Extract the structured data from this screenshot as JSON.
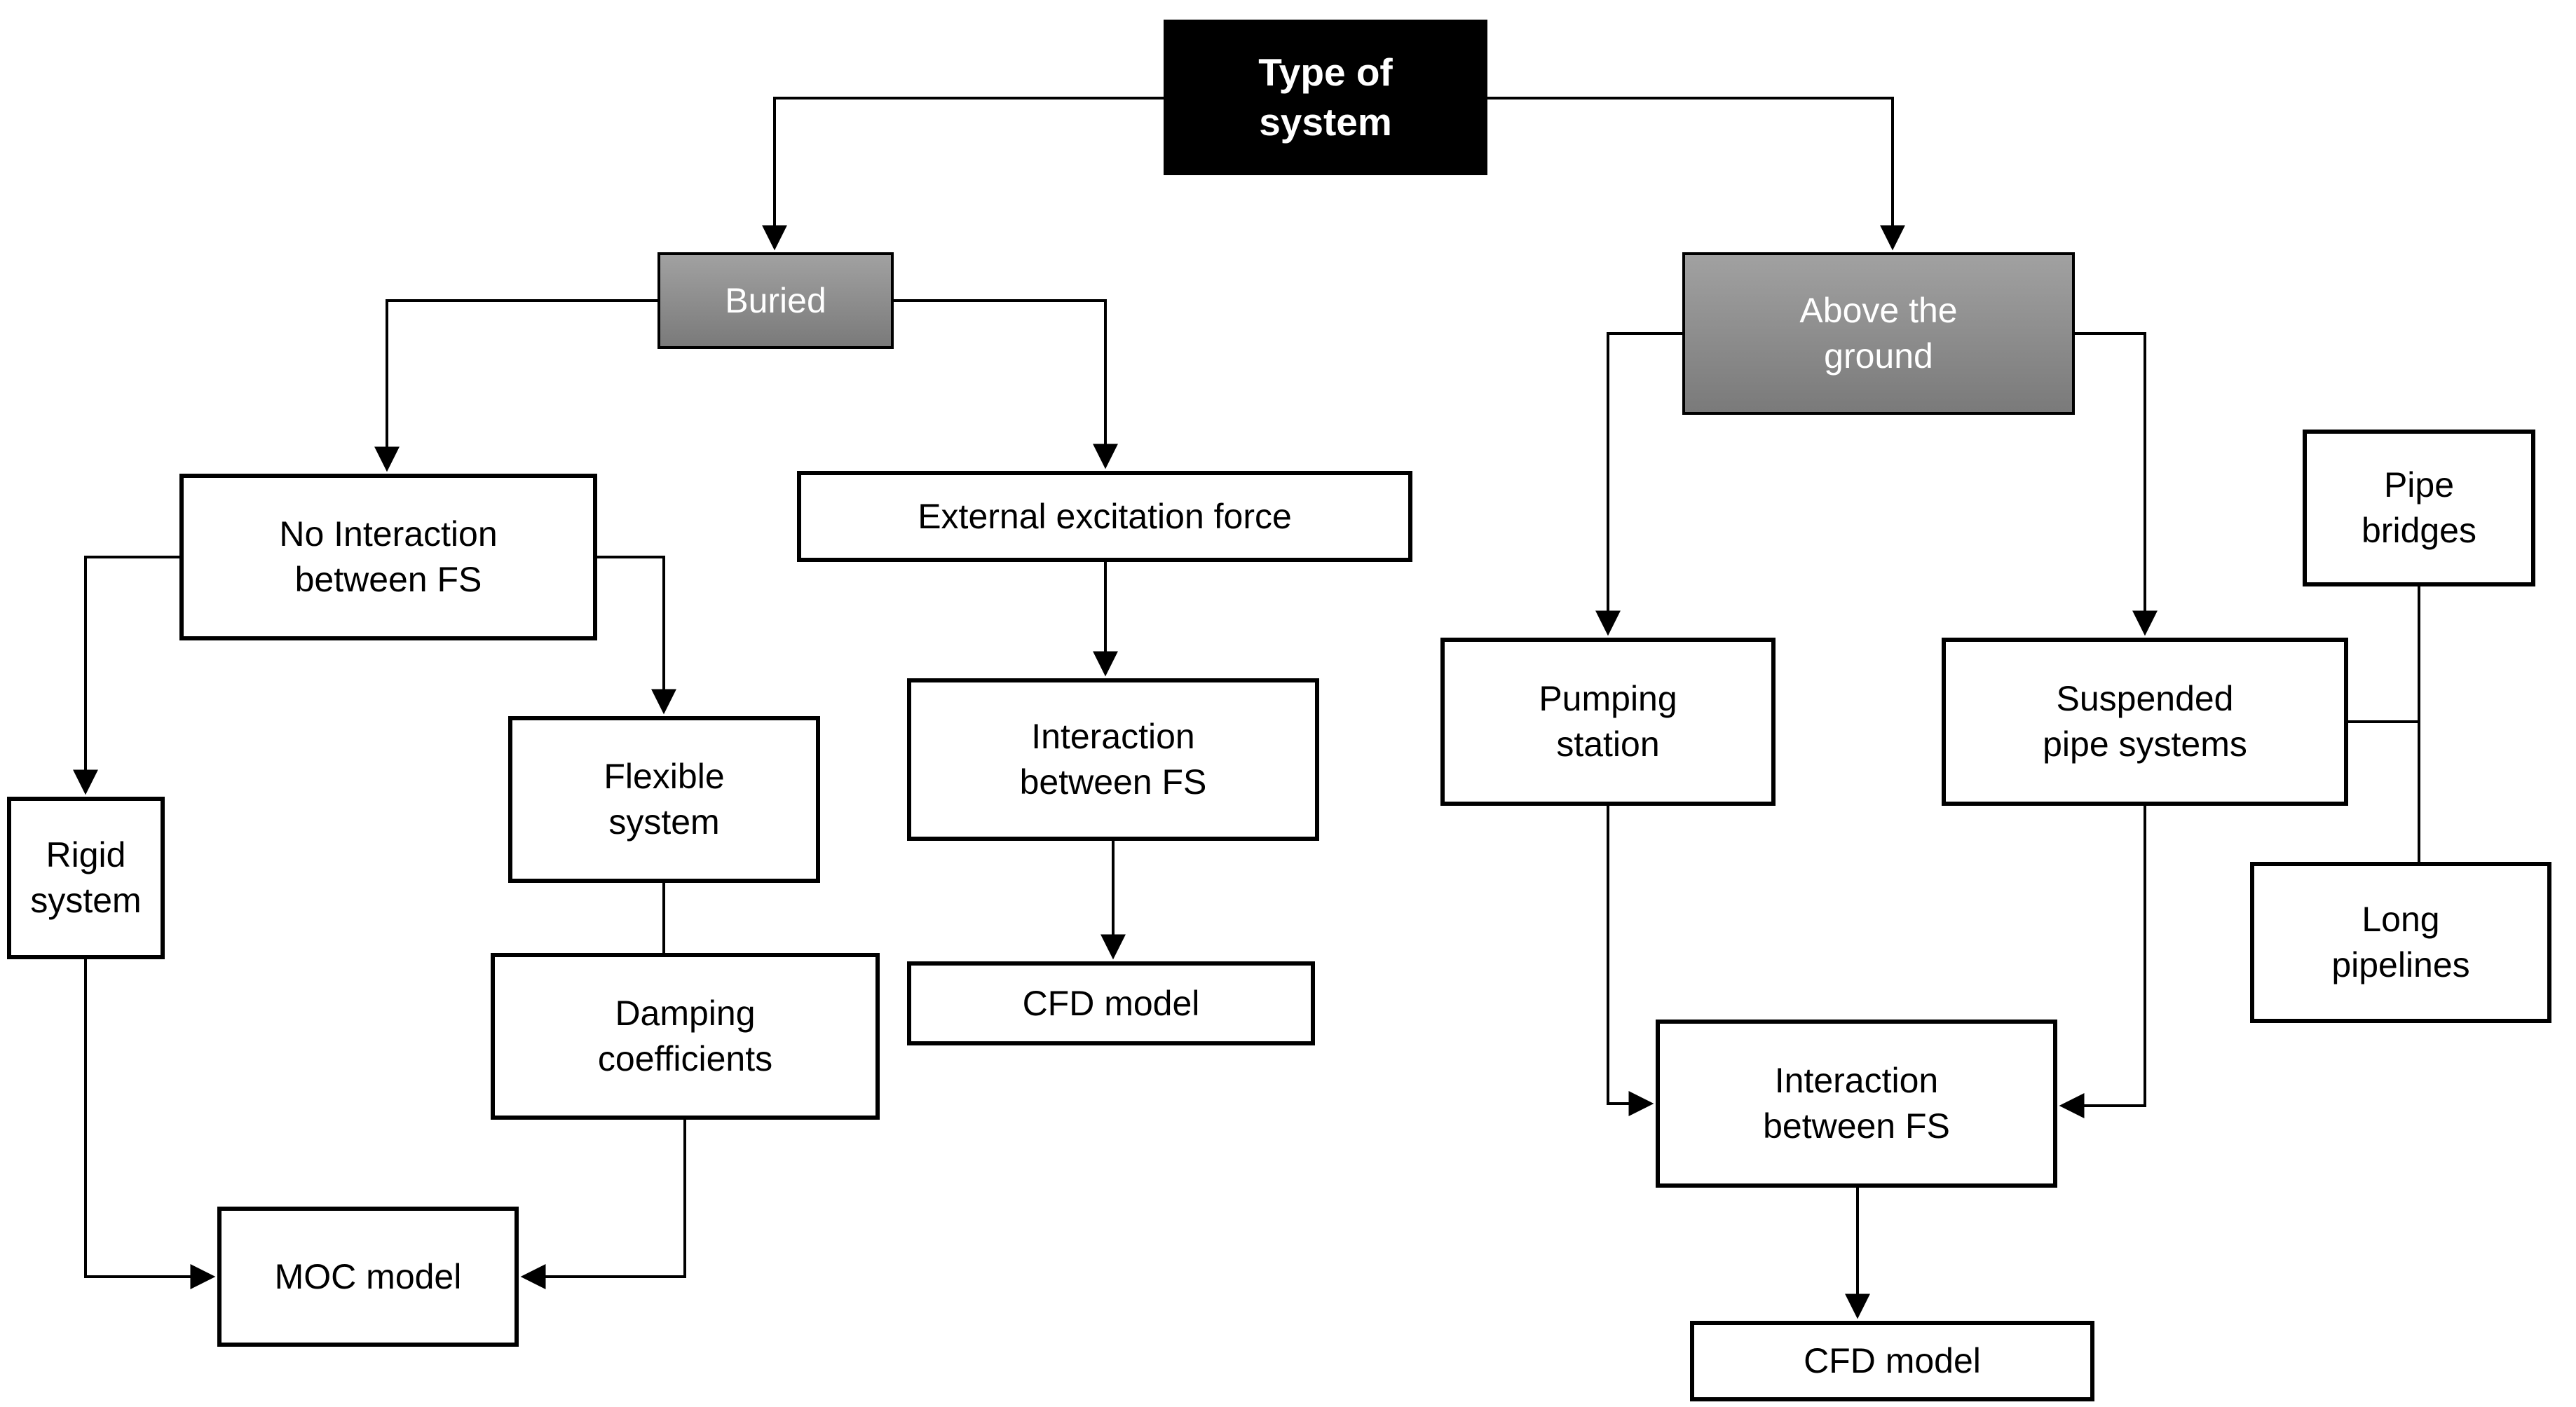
{
  "diagram": {
    "type": "flowchart",
    "root_label": "Type of system",
    "colors": {
      "background": "#ffffff",
      "root_box_fill": "#000000",
      "root_box_text": "#ffffff",
      "branch_box_fill_top": "#a1a1a1",
      "branch_box_fill_bottom": "#7a7a7a",
      "branch_box_text": "#ffffff",
      "leaf_box_fill": "#ffffff",
      "leaf_box_text": "#000000",
      "line_color": "#000000"
    },
    "nodes": [
      {
        "id": "type_of_system",
        "label": "Type of\nsystem",
        "style": "black"
      },
      {
        "id": "buried",
        "label": "Buried",
        "style": "gray"
      },
      {
        "id": "above_ground",
        "label": "Above the\nground",
        "style": "gray"
      },
      {
        "id": "no_interaction_fs",
        "label": "No Interaction\nbetween FS",
        "style": "white"
      },
      {
        "id": "external_force",
        "label": "External excitation force",
        "style": "white"
      },
      {
        "id": "rigid_system",
        "label": "Rigid\nsystem",
        "style": "white"
      },
      {
        "id": "flexible_system",
        "label": "Flexible\nsystem",
        "style": "white"
      },
      {
        "id": "damping_coefficients",
        "label": "Damping\ncoefficients",
        "style": "white"
      },
      {
        "id": "moc_model",
        "label": "MOC model",
        "style": "white"
      },
      {
        "id": "pumping_station",
        "label": "Pumping\nstation",
        "style": "white"
      },
      {
        "id": "suspended_pipe_systems",
        "label": "Suspended\npipe systems",
        "style": "white"
      },
      {
        "id": "pipe_bridges",
        "label": "Pipe\nbridges",
        "style": "white"
      },
      {
        "id": "long_pipelines",
        "label": "Long\npipelines",
        "style": "white"
      },
      {
        "id": "interaction_fs_buried",
        "label": "Interaction\nbetween FS",
        "style": "white"
      },
      {
        "id": "cfd_model_buried",
        "label": "CFD model",
        "style": "white"
      },
      {
        "id": "interaction_fs_above",
        "label": "Interaction\nbetween FS",
        "style": "white"
      },
      {
        "id": "cfd_model_above",
        "label": "CFD model",
        "style": "white"
      }
    ],
    "edges": [
      {
        "from": "type_of_system",
        "to": "buried",
        "arrow": true
      },
      {
        "from": "type_of_system",
        "to": "above_ground",
        "arrow": true
      },
      {
        "from": "buried",
        "to": "no_interaction_fs",
        "arrow": true
      },
      {
        "from": "buried",
        "to": "external_force",
        "arrow": true
      },
      {
        "from": "no_interaction_fs",
        "to": "rigid_system",
        "arrow": true
      },
      {
        "from": "no_interaction_fs",
        "to": "flexible_system",
        "arrow": true
      },
      {
        "from": "flexible_system",
        "to": "damping_coefficients",
        "arrow": false
      },
      {
        "from": "rigid_system",
        "to": "moc_model",
        "arrow": true
      },
      {
        "from": "damping_coefficients",
        "to": "moc_model",
        "arrow": true
      },
      {
        "from": "external_force",
        "to": "interaction_fs_buried",
        "arrow": true
      },
      {
        "from": "interaction_fs_buried",
        "to": "cfd_model_buried",
        "arrow": true
      },
      {
        "from": "above_ground",
        "to": "pumping_station",
        "arrow": true
      },
      {
        "from": "above_ground",
        "to": "suspended_pipe_systems",
        "arrow": true
      },
      {
        "from": "pumping_station",
        "to": "interaction_fs_above",
        "arrow": true
      },
      {
        "from": "suspended_pipe_systems",
        "to": "interaction_fs_above",
        "arrow": true
      },
      {
        "from": "interaction_fs_above",
        "to": "cfd_model_above",
        "arrow": true
      },
      {
        "from": "pipe_bridges",
        "to": "suspended_pipe_systems",
        "arrow": false
      },
      {
        "from": "long_pipelines",
        "to": "suspended_pipe_systems",
        "arrow": false
      }
    ]
  }
}
